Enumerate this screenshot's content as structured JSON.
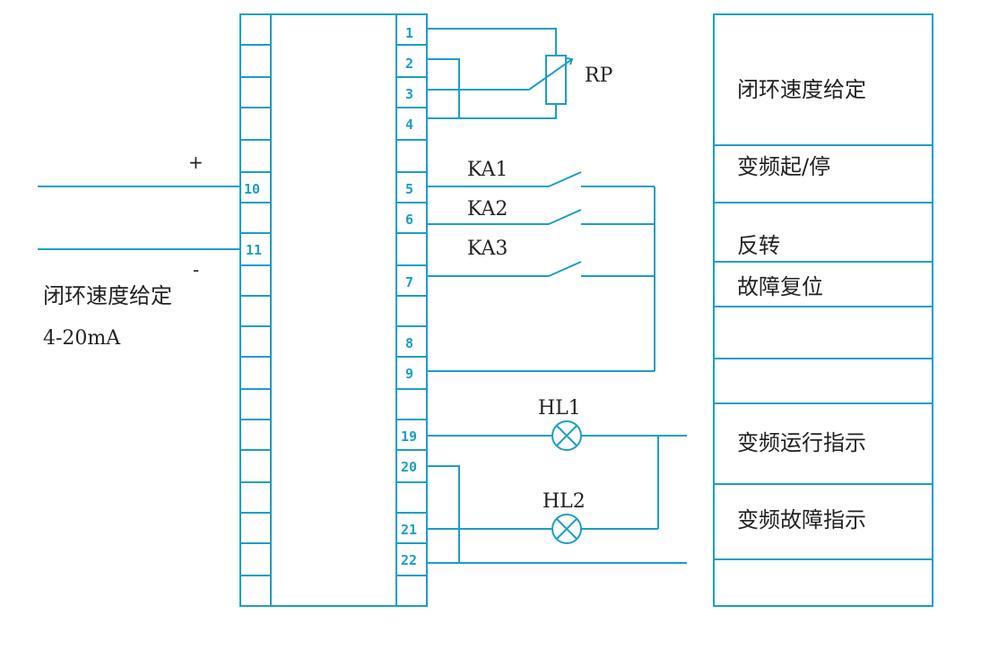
{
  "colors": {
    "line": "#1a9fc6",
    "text": "#222222",
    "background": "#ffffff"
  },
  "left_terminals": {
    "t10": "10",
    "t11": "11"
  },
  "right_terminals": [
    "1",
    "2",
    "3",
    "4",
    "5",
    "6",
    "7",
    "8",
    "9",
    "19",
    "20",
    "21",
    "22"
  ],
  "input": {
    "plus": "+",
    "minus": "-",
    "label": "闭环速度给定",
    "range": "4-20mA"
  },
  "components": {
    "rp": "RP",
    "ka1": "KA1",
    "ka2": "KA2",
    "ka3": "KA3",
    "hl1": "HL1",
    "hl2": "HL2"
  },
  "functions": [
    "闭环速度给定",
    "变频起/停",
    "反转",
    "故障复位",
    "变频运行指示",
    "变频故障指示"
  ]
}
